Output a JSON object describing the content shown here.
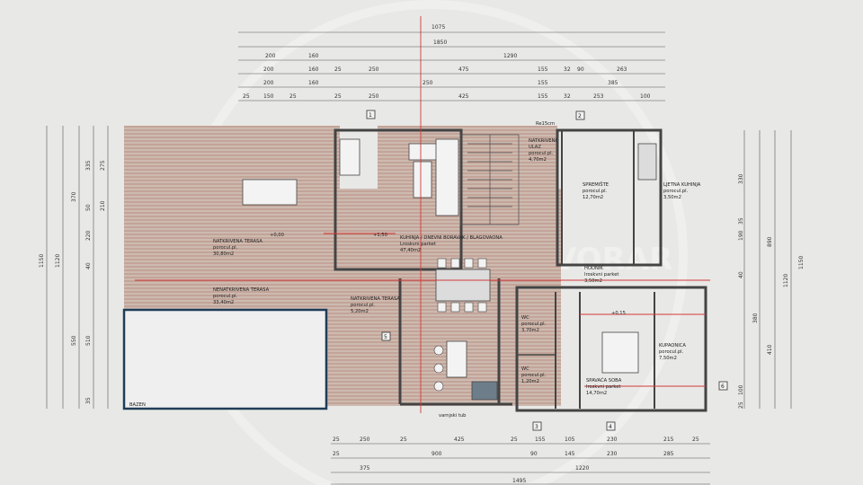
{
  "top_dims": {
    "row1": [
      "1075"
    ],
    "row2": [
      "1850"
    ],
    "row3": [
      "200",
      "160",
      "1290"
    ],
    "row4": [
      "200",
      "160",
      "25",
      "250",
      "475",
      "155",
      "32",
      "90",
      "263"
    ],
    "row5": [
      "200",
      "160",
      "250",
      "155",
      "385"
    ],
    "row6": [
      "25",
      "150",
      "25",
      "25",
      "250",
      "425",
      "155",
      "32",
      "253",
      "100"
    ]
  },
  "bottom_dims": {
    "row1": [
      "25",
      "250",
      "25",
      "425",
      "25",
      "155",
      "105",
      "230",
      "215",
      "25"
    ],
    "row2": [
      "25",
      "900",
      "90",
      "145",
      "230",
      "285"
    ],
    "row3": [
      "375",
      "1220"
    ],
    "row4": [
      "1495"
    ]
  },
  "left_dims": [
    "1150",
    "1120",
    "370",
    "335",
    "275",
    "50",
    "210",
    "220",
    "40",
    "510",
    "550",
    "35"
  ],
  "right_dims": [
    "330",
    "890",
    "1150",
    "1120",
    "190",
    "35",
    "40",
    "380",
    "410",
    "100",
    "25"
  ],
  "rooms": {
    "terrace_covered": [
      "NATKRIVENA TERASA",
      "porocul.pl.",
      "30,80m2"
    ],
    "terrace_open": [
      "NENATKRIVENA TERASA",
      "porocul.pl.",
      "33,40m2"
    ],
    "terrace_small": [
      "NATKRIVENA TERASA",
      "porocul.pl.",
      "5,20m2"
    ],
    "kitchen_living": [
      "KUHINJA / DNEVNI BORAVAK / BLAGOVAONA",
      "Lroskvni parket",
      "47,40m2"
    ],
    "covered_entrance": [
      "NATKRIVENI",
      "ULAZ",
      "porocul.pl.",
      "4,70m2"
    ],
    "storage": [
      "SPREMIŠTE",
      "porocul.pl.",
      "12,70m2"
    ],
    "summer_kitchen": [
      "LJETNA KUHINJA",
      "porocul.pl.",
      "3,50m2"
    ],
    "hall": [
      "HODNIK",
      "lroskvni parket",
      "3,50m2"
    ],
    "wc1": [
      "WC",
      "porocul.pl.",
      "3,70m2"
    ],
    "wc2": [
      "WC",
      "porocul.pl.",
      "1,20m2"
    ],
    "bedroom": [
      "SPAVAĆA SOBA",
      "lroskvni parket",
      "14,70m2"
    ],
    "bathroom": [
      "KUPAONICA",
      "porocul.pl.",
      "7,50m2"
    ],
    "pool": [
      "BAZEN"
    ]
  },
  "markers": [
    "1",
    "2",
    "3",
    "4",
    "5",
    "6"
  ],
  "notes": {
    "roof_edge": "Re15cm",
    "entry": "varnjski tub",
    "level_a": "+0,00",
    "level_b": "+1,50",
    "level_c": "+0,15"
  },
  "watermark": "VORAR"
}
